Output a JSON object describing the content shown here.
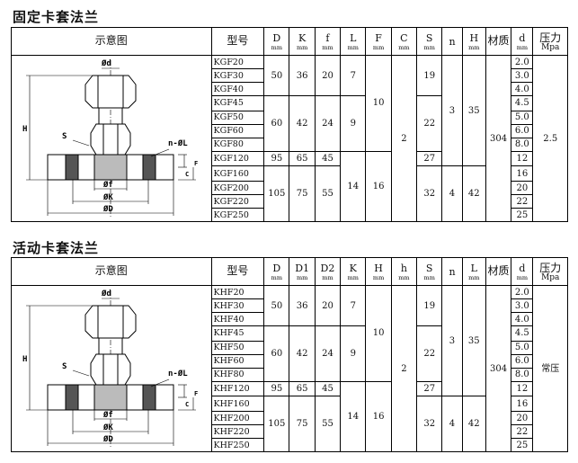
{
  "sections": [
    {
      "title": "固定卡套法兰",
      "headers": {
        "diagram": "示意图",
        "model": "型号",
        "cols": [
          {
            "name": "D",
            "unit": "mm"
          },
          {
            "name": "K",
            "unit": "mm"
          },
          {
            "name": "f",
            "unit": "mm"
          },
          {
            "name": "L",
            "unit": "mm"
          },
          {
            "name": "F",
            "unit": "mm"
          },
          {
            "name": "C",
            "unit": "mm"
          },
          {
            "name": "S",
            "unit": "mm"
          },
          {
            "name": "n",
            "unit": ""
          },
          {
            "name": "H",
            "unit": "mm"
          }
        ],
        "material": "材质",
        "d": {
          "name": "d",
          "unit": "mm"
        },
        "pressure": {
          "name": "压力",
          "unit": "Mpa"
        }
      },
      "models": [
        "KGF20",
        "KGF30",
        "KGF40",
        "KGF45",
        "KGF50",
        "KGF60",
        "KGF80",
        "KGF120",
        "KGF160",
        "KGF200",
        "KGF220",
        "KGF250"
      ],
      "d_values": [
        "2.0",
        "3.0",
        "4.0",
        "4.5",
        "5.0",
        "6.0",
        "8.0",
        "12",
        "16",
        "20",
        "22",
        "25"
      ],
      "groups": {
        "D": [
          "50",
          "60",
          "95",
          "105"
        ],
        "K": [
          "36",
          "42",
          "65",
          "75"
        ],
        "f": [
          "20",
          "24",
          "45",
          "55"
        ],
        "L": [
          "7",
          "9",
          "14"
        ],
        "F": [
          "10",
          "16"
        ],
        "C": "2",
        "S": [
          "19",
          "22",
          "27",
          "32"
        ],
        "n": [
          "3",
          "4"
        ],
        "H": [
          "35",
          "42"
        ]
      },
      "material_value": "304",
      "pressure_value": "2.5",
      "labels": {
        "phi_d": "Ød",
        "S": "S",
        "n_phiL": "n-ØL",
        "H": "H",
        "C": "C",
        "F": "F",
        "phi_f": "Øf",
        "phi_K": "ØK",
        "phi_D": "ØD"
      }
    },
    {
      "title": "活动卡套法兰",
      "headers": {
        "diagram": "示意图",
        "model": "型号",
        "cols": [
          {
            "name": "D",
            "unit": "mm"
          },
          {
            "name": "D1",
            "unit": "mm"
          },
          {
            "name": "D2",
            "unit": "mm"
          },
          {
            "name": "K",
            "unit": "mm"
          },
          {
            "name": "H",
            "unit": "mm"
          },
          {
            "name": "h",
            "unit": "mm"
          },
          {
            "name": "S",
            "unit": "mm"
          },
          {
            "name": "n",
            "unit": ""
          },
          {
            "name": "L",
            "unit": "mm"
          }
        ],
        "material": "材质",
        "d": {
          "name": "d",
          "unit": "mm"
        },
        "pressure": {
          "name": "压力",
          "unit": "Mpa"
        }
      },
      "models": [
        "KHF20",
        "KHF30",
        "KHF40",
        "KHF45",
        "KHF50",
        "KHF60",
        "KHF80",
        "KHF120",
        "KHF160",
        "KHF200",
        "KHF220",
        "KHF250"
      ],
      "d_values": [
        "2.0",
        "3.0",
        "4.0",
        "4.5",
        "5.0",
        "6.0",
        "8.0",
        "12",
        "16",
        "20",
        "22",
        "25"
      ],
      "groups": {
        "D": [
          "50",
          "60",
          "95",
          "105"
        ],
        "K": [
          "36",
          "42",
          "65",
          "75"
        ],
        "f": [
          "20",
          "24",
          "45",
          "55"
        ],
        "L": [
          "7",
          "9",
          "14"
        ],
        "F": [
          "10",
          "16"
        ],
        "C": "2",
        "S": [
          "19",
          "22",
          "27",
          "32"
        ],
        "n": [
          "3",
          "4"
        ],
        "H": [
          "35",
          "42"
        ]
      },
      "material_value": "304",
      "pressure_value": "常压",
      "labels": {
        "phi_d": "Ød",
        "S": "S",
        "n_phiL": "n-ØL",
        "H": "H",
        "C": "C",
        "F": "F",
        "phi_f": "Øf",
        "phi_K": "ØK",
        "phi_D": "ØD"
      }
    }
  ]
}
